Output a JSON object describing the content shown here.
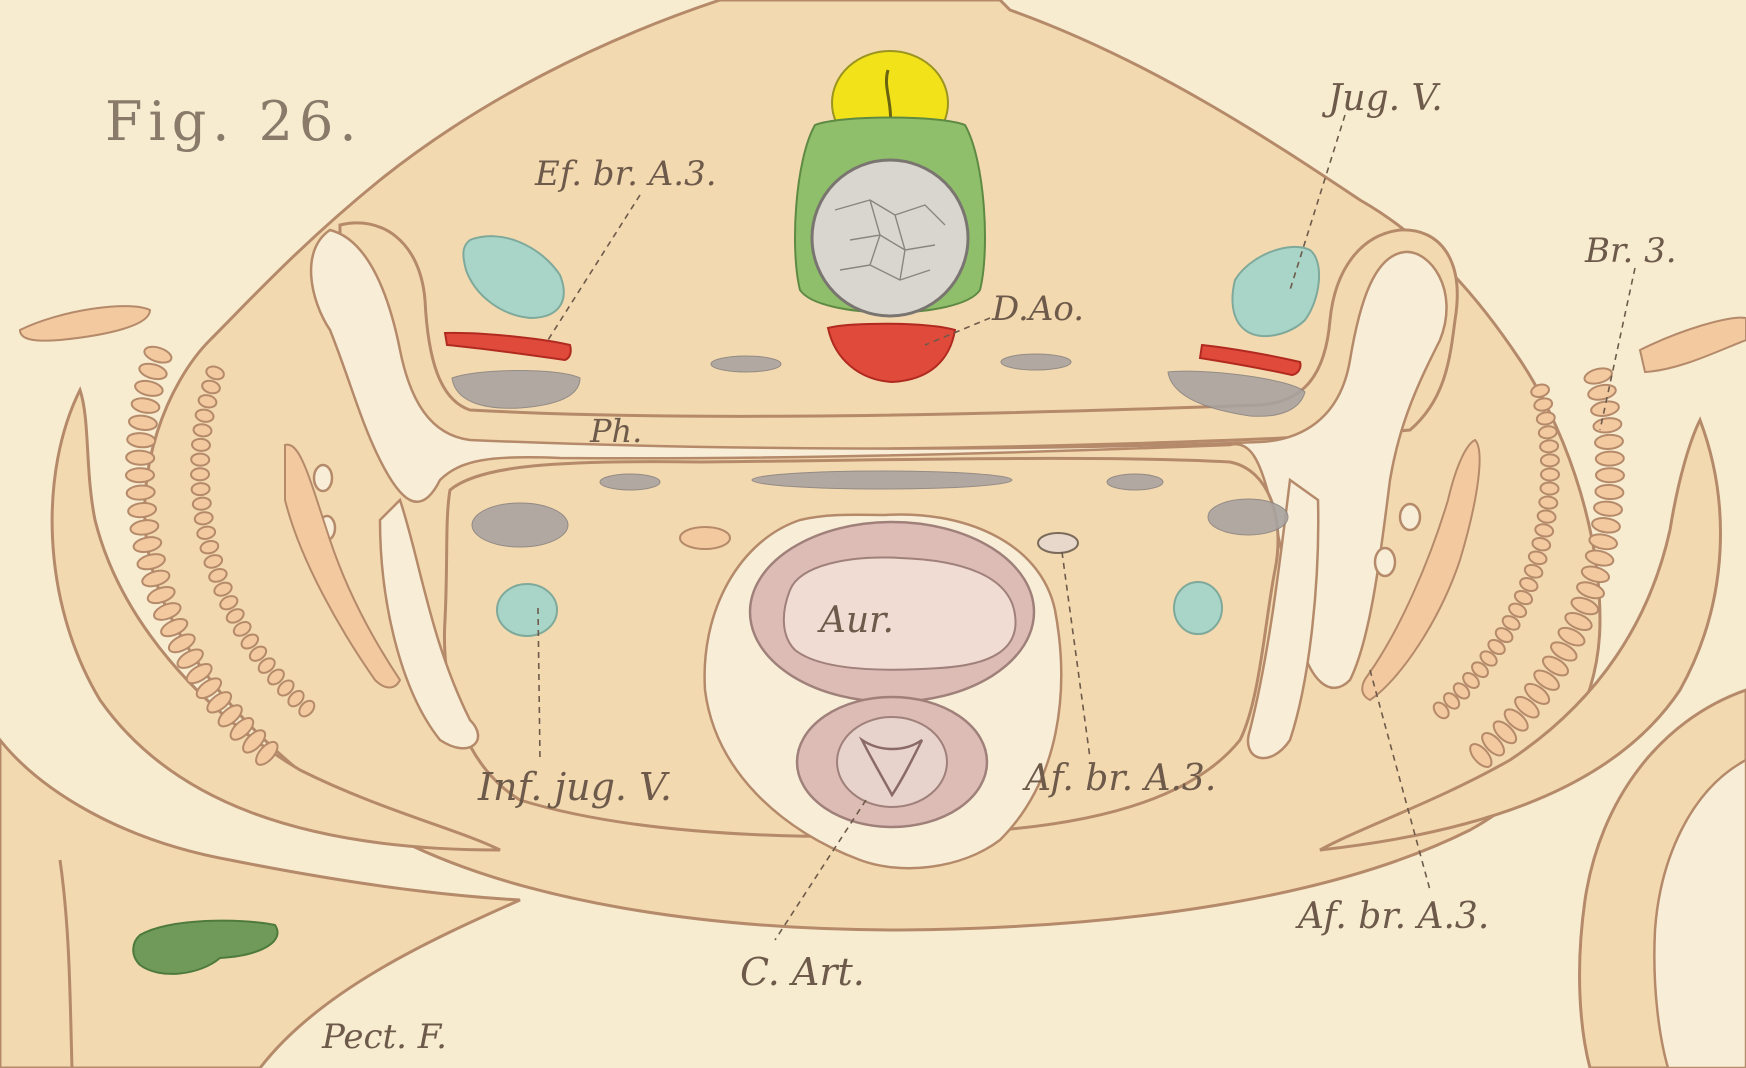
{
  "figure": {
    "title": "Fig. 26."
  },
  "labels": {
    "ef_br_a3": "Ef. br. A.3.",
    "jug_v": "Jug. V.",
    "br_3": "Br. 3.",
    "d_ao": "D.Ao.",
    "ph": "Ph.",
    "aur": "Aur.",
    "inf_jug_v": "Inf. jug. V.",
    "af_br_a3_center": "Af. br. A.3.",
    "af_br_a3_right": "Af. br. A.3.",
    "c_art": "C. Art.",
    "pect_f": "Pect. F."
  },
  "colors": {
    "background": "#f7ecd0",
    "tissue": "#f3d9b0",
    "outline": "#b58a6a",
    "spinal_cord": "#f2e21a",
    "notochord_sheath": "#8fbf6a",
    "notochord": "#d9d6d0",
    "artery": "#e04a3a",
    "vein": "#a8d5c8",
    "muscle": "#a9a3a0",
    "heart": "#dcbcb4",
    "pectoral_green": "#6f9a5a"
  }
}
